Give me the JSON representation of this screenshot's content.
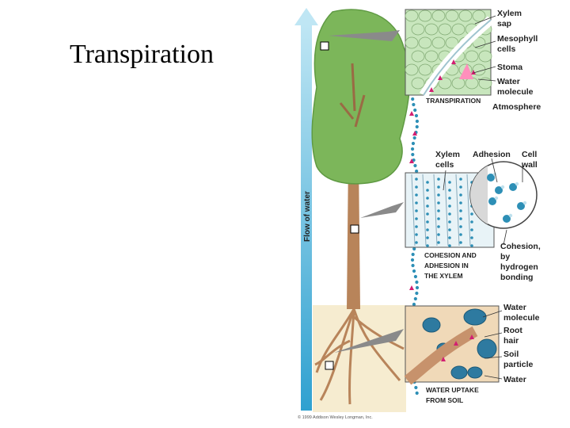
{
  "slide": {
    "title": "Transpiration"
  },
  "figure": {
    "flow_arrow_label": "Flow of water",
    "labels": {
      "xylem_sap": [
        "Xylem",
        "sap"
      ],
      "mesophyll_cells": [
        "Mesophyll",
        "cells"
      ],
      "stoma": [
        "Stoma"
      ],
      "water_molecule_top": [
        "Water",
        "molecule"
      ],
      "atmosphere": [
        "Atmosphere"
      ],
      "xylem_cells": [
        "Xylem",
        "cells"
      ],
      "adhesion": [
        "Adhesion"
      ],
      "cell_wall": [
        "Cell",
        "wall"
      ],
      "cohesion": [
        "Cohesion,",
        "by",
        "hydrogen",
        "bonding"
      ],
      "water_molecule_bottom": [
        "Water",
        "molecule"
      ],
      "root_hair": [
        "Root",
        "hair"
      ],
      "soil_particle": [
        "Soil",
        "particle"
      ],
      "water": [
        "Water"
      ]
    },
    "captions": {
      "transpiration": "TRANSPIRATION",
      "cohesion_adhesion": [
        "COHESION AND",
        "ADHESION IN",
        "THE XYLEM"
      ],
      "water_uptake": [
        "WATER UPTAKE",
        "FROM SOIL"
      ]
    },
    "copyright": "© 1999 Addison Wesley Longman, Inc.",
    "colors": {
      "flow_arrow": "#39a9d6",
      "foliage": "#7cb65a",
      "trunk": "#b8845a",
      "soil": "#f6ecd0",
      "water_dot": "#2d8fb6",
      "pink_arrow": "#d21f72",
      "mesophyll": "#c8e6bd",
      "soil_particle": "#2e7aa0"
    }
  }
}
